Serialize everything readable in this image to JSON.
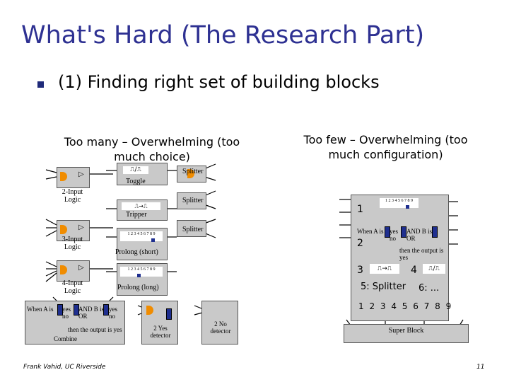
{
  "slide": {
    "title": "What's Hard (The Research Part)",
    "bullet": "(1) Finding right set of building blocks",
    "author": "Frank Vahid, UC Riverside",
    "page_number": "11"
  },
  "left": {
    "heading": "Too many – Overwhelming (too much choice)",
    "blocks": {
      "two_input": "2-Input Logic",
      "three_input": "3-Input Logic",
      "four_input": "4-Input Logic",
      "toggle": "Toggle",
      "tripper": "Tripper",
      "splitter_1": "Splitter",
      "splitter_2": "Splitter",
      "splitter_3": "Splitter",
      "prolong_short": "Prolong (short)",
      "prolong_long": "Prolong (long)",
      "prolong_digits": "1 2 3 4 5 6 7 8 9",
      "prolong_digits_2": "1 2 3 4 5 6 7 8 9",
      "combine": "Combine",
      "when_a_is": "When A is",
      "yes": "yes",
      "no": "no",
      "and_b_is": "AND B is",
      "or": "OR",
      "yes_2": "yes",
      "no_2": "no",
      "then_output": "then the output is yes",
      "yes_detector": "2 Yes detector",
      "no_detector": "2 No detector"
    }
  },
  "right": {
    "heading": "Too few – Overwhelming (too much configuration)",
    "super": {
      "digits_top": "1 2 3 4 5 6 7 8 9",
      "row1": "1",
      "when_a_is": "When A is",
      "yes": "yes",
      "no": "no",
      "and_b_is": "AND B is",
      "or": "OR",
      "row2": "2",
      "then_output": "then the output is yes",
      "row3": "3",
      "row4": "4",
      "splitter": "5: Splitter",
      "more": "6: ...",
      "digits_bottom": "1 2 3 4 5 6 7 8 9",
      "label": "Super Block"
    }
  }
}
